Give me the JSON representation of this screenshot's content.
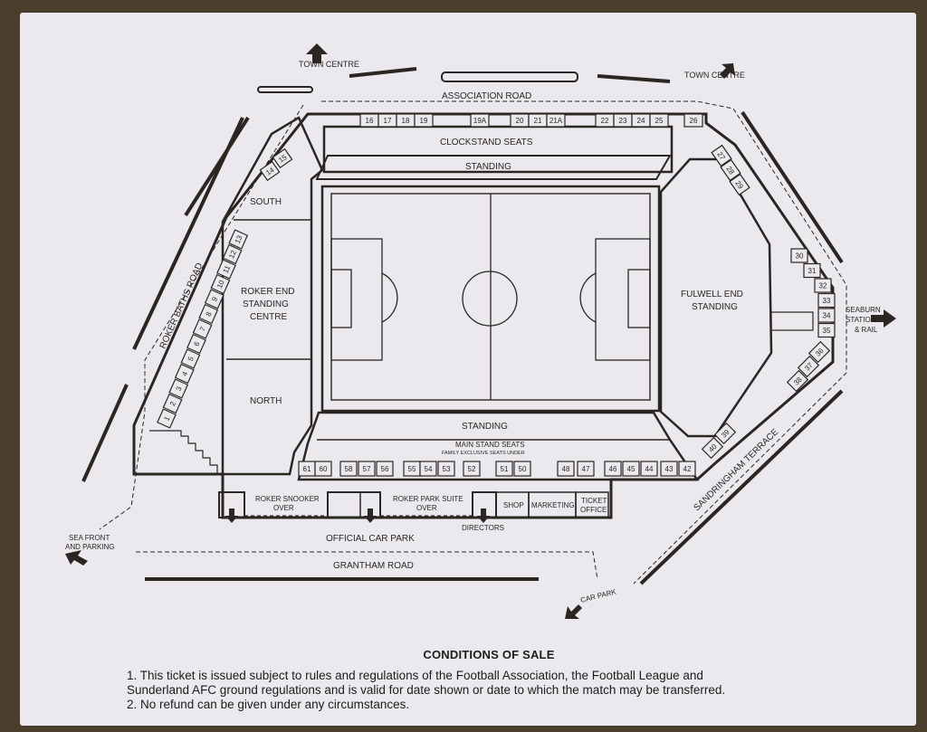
{
  "map": {
    "roads": {
      "association": "ASSOCIATION ROAD",
      "roker_baths": "ROKER BATHS ROAD",
      "grantham": "GRANTHAM ROAD",
      "sandringham": "SANDRINGHAM TERRACE"
    },
    "directions": {
      "town_centre_left": "TOWN CENTRE",
      "town_centre_right": "TOWN CENTRE",
      "seaburn_line1": "SEABURN",
      "seaburn_line2": "STATION",
      "seaburn_line3": "& RAIL",
      "sea_front_line1": "SEA FRONT",
      "sea_front_line2": "AND PARKING",
      "car_park": "CAR PARK"
    },
    "stands": {
      "clockstand": "CLOCKSTAND SEATS",
      "standing_north": "STANDING",
      "standing_south": "STANDING",
      "main_stand": "MAIN STAND SEATS",
      "family": "FAMILY EXCLUSIVE SEATS UNDER",
      "south": "SOUTH",
      "north": "NORTH",
      "roker_end_line1": "ROKER END",
      "roker_end_line2": "STANDING",
      "roker_end_line3": "CENTRE",
      "fulwell_line1": "FULWELL END",
      "fulwell_line2": "STANDING"
    },
    "facilities": {
      "roker_snooker_line1": "ROKER SNOOKER",
      "roker_snooker_line2": "OVER",
      "roker_park_suite_line1": "ROKER PARK SUITE",
      "roker_park_suite_line2": "OVER",
      "shop": "SHOP",
      "marketing": "MARKETING",
      "ticket_office_line1": "TICKET",
      "ticket_office_line2": "OFFICE",
      "directors": "DIRECTORS",
      "official_car_park": "OFFICIAL CAR PARK"
    },
    "gates": {
      "top": [
        "16",
        "17",
        "18",
        "19",
        "19A",
        "20",
        "21",
        "21A",
        "22",
        "23",
        "24",
        "25",
        "26"
      ],
      "bottom": [
        "61",
        "60",
        "58",
        "57",
        "56",
        "55",
        "54",
        "53",
        "52",
        "51",
        "50",
        "48",
        "47",
        "46",
        "45",
        "44",
        "43",
        "42"
      ],
      "left": [
        "1",
        "2",
        "3",
        "4",
        "5",
        "6",
        "7",
        "8",
        "9",
        "10",
        "11",
        "12",
        "13"
      ],
      "south_corner": [
        "14",
        "15"
      ],
      "top_right": [
        "27",
        "28",
        "29"
      ],
      "right": [
        "30",
        "31",
        "32",
        "33",
        "34",
        "35"
      ],
      "bottom_right": [
        "36",
        "37",
        "38"
      ],
      "sandringham": [
        "39",
        "40"
      ]
    }
  },
  "conditions": {
    "heading": "CONDITIONS OF SALE",
    "item1_line1": "1.   This ticket is issued subject to rules and regulations of the Football Association, the Football League and",
    "item1_line2": "Sunderland AFC ground regulations and is valid for date shown or date to which the match may be transferred.",
    "item2": "2.   No refund can be given under any circumstances."
  }
}
